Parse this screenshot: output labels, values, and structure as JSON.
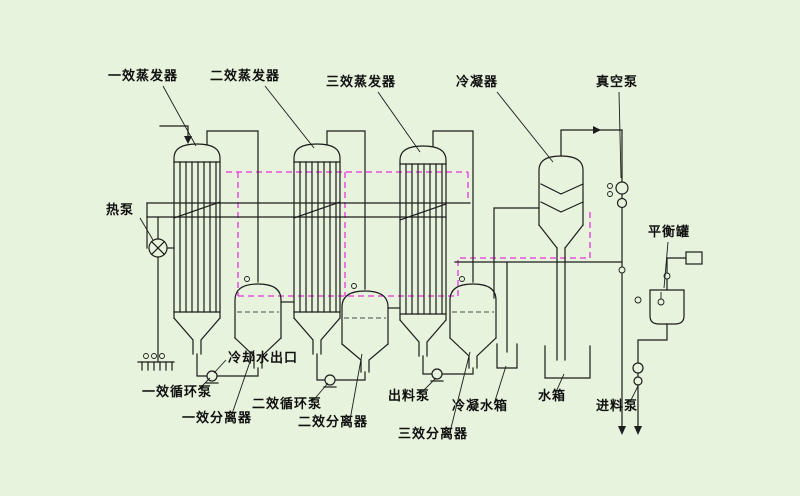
{
  "colors": {
    "background": "#e7f3dd",
    "line": "#1c1c1c",
    "vapor": "#ea33dd",
    "label_text": "#101010"
  },
  "labels": {
    "evaporator1": "一效蒸发器",
    "evaporator2": "二效蒸发器",
    "evaporator3": "三效蒸发器",
    "condenser": "冷凝器",
    "vacuum_pump": "真空泵",
    "heat_pump": "热泵",
    "balance_tank": "平衡罐",
    "cooling_water_outlet": "冷却水出口",
    "circulation_pump1": "一效循环泵",
    "circulation_pump2": "二效循环泵",
    "separator1": "一效分离器",
    "separator2": "二效分离器",
    "separator3": "三效分离器",
    "discharge_pump": "出料泵",
    "condensate_tank": "冷凝水箱",
    "water_tank": "水箱",
    "feed_pump": "进料泵"
  }
}
